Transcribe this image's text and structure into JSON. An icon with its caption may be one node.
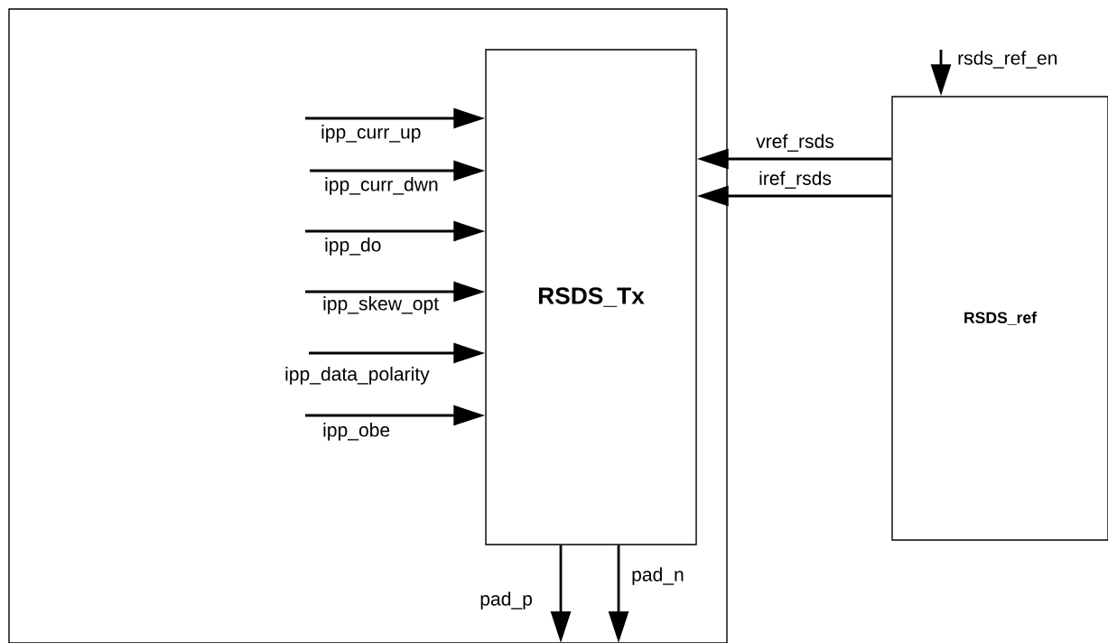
{
  "diagram": {
    "nodes": [
      {
        "text": [],
        "shape": "box"
      },
      {
        "text": [
          "RSDS_Tx"
        ],
        "in": 0
      },
      {
        "text": [
          "RSDS_ref"
        ]
      }
    ],
    "edges": [
      {
        "from": null,
        "to": 1,
        "arrow": "to",
        "label": "ipp_curr_up"
      },
      {
        "from": null,
        "to": 1,
        "arrow": "to",
        "label": "ipp_curr_dwn"
      },
      {
        "from": null,
        "to": 1,
        "arrow": "to",
        "label": "ipp_do"
      },
      {
        "from": null,
        "to": 1,
        "arrow": "to",
        "label": "ipp_skew_opt"
      },
      {
        "from": null,
        "to": 1,
        "arrow": "to",
        "label": "ipp_data_polarity"
      },
      {
        "from": null,
        "to": 1,
        "arrow": "to",
        "label": "ipp_obe"
      },
      {
        "from": 2,
        "to": 1,
        "arrow": "to",
        "label": "vref_rsds"
      },
      {
        "from": 2,
        "to": 1,
        "arrow": "to",
        "label": "iref_rsds"
      },
      {
        "from": null,
        "to": 2,
        "arrow": "to",
        "label": "rsds_ref_en"
      },
      {
        "from": 1,
        "to": null,
        "arrow": "to",
        "label": "pad_p"
      },
      {
        "from": 1,
        "to": null,
        "arrow": "to",
        "label": "pad_n"
      }
    ]
  }
}
